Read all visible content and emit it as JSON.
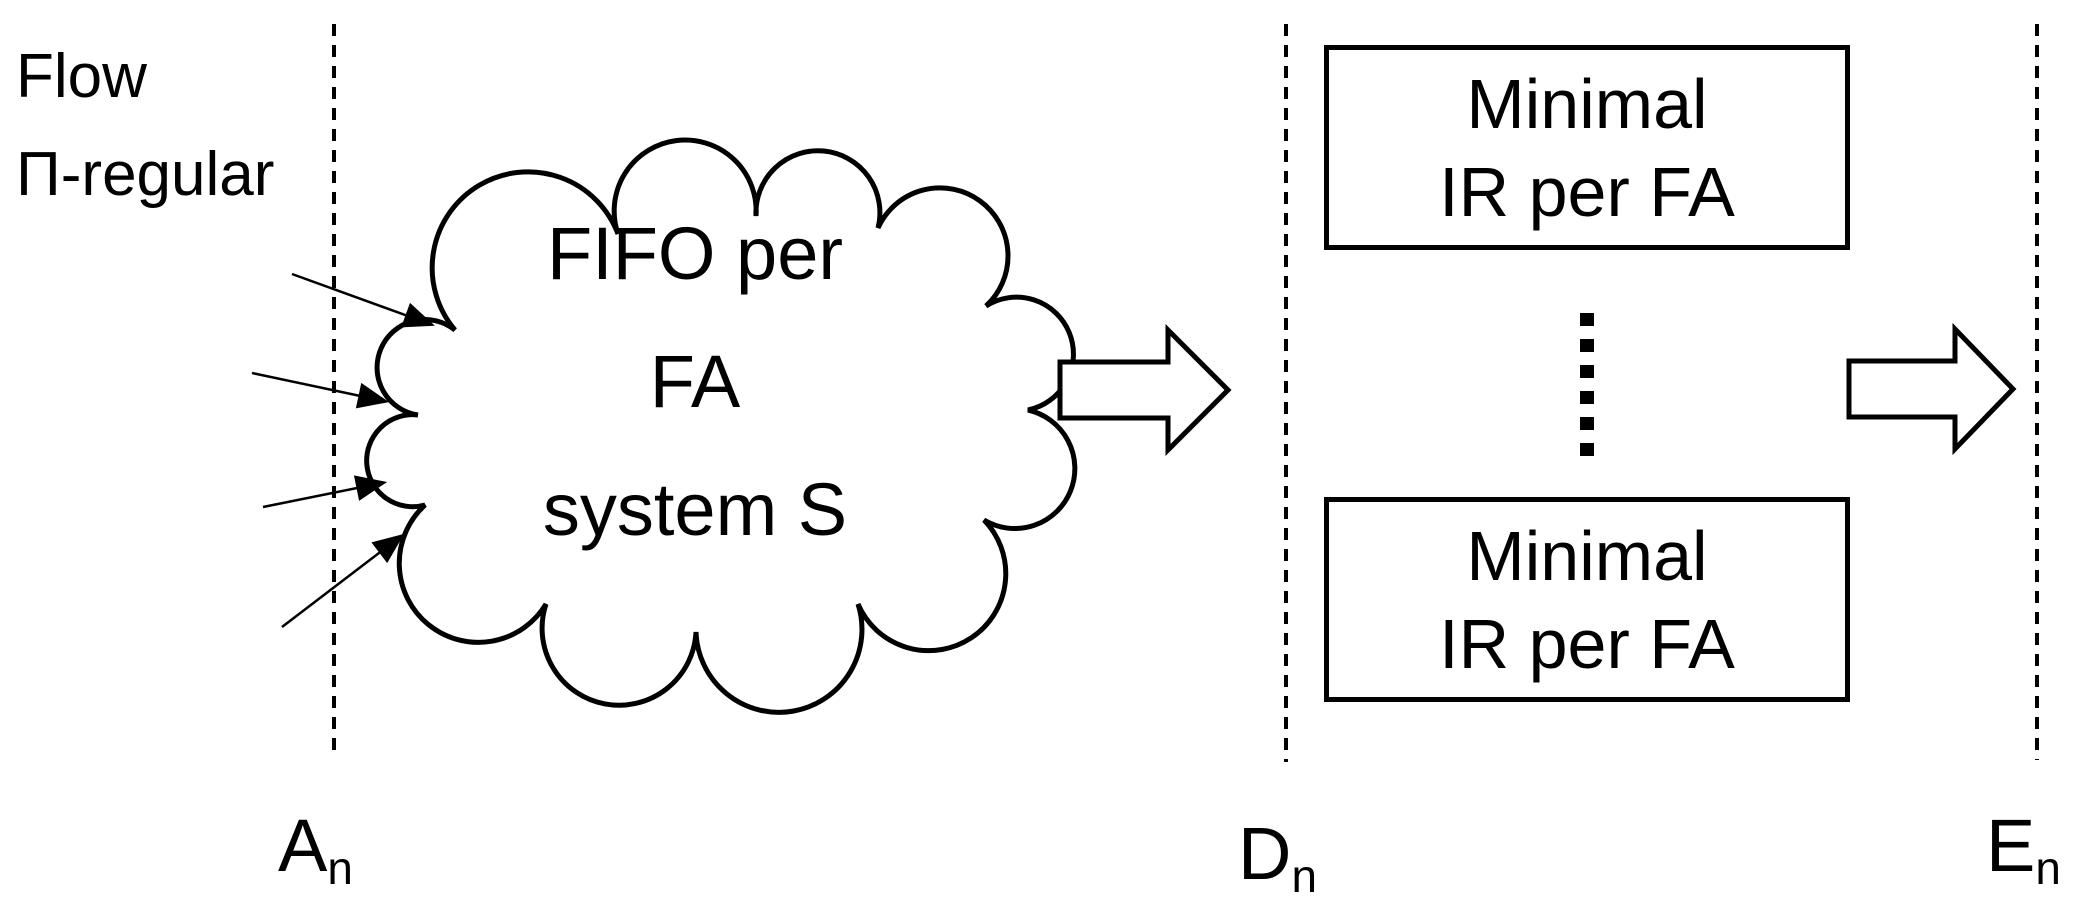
{
  "page": {
    "background": "#ffffff",
    "line_color": "#000000"
  },
  "flow_label": {
    "line1": "Flow",
    "line2": "Π-regular"
  },
  "cloud": {
    "line1": "FIFO per",
    "line2": "FA",
    "line3": "system S"
  },
  "box_top": {
    "line1": "Minimal",
    "line2": "IR per FA"
  },
  "box_bottom": {
    "line1": "Minimal",
    "line2": "IR per FA"
  },
  "markers": {
    "arrival": {
      "letter": "A",
      "subscript": "n"
    },
    "departure": {
      "letter": "D",
      "subscript": "n"
    },
    "exit": {
      "letter": "E",
      "subscript": "n"
    }
  }
}
